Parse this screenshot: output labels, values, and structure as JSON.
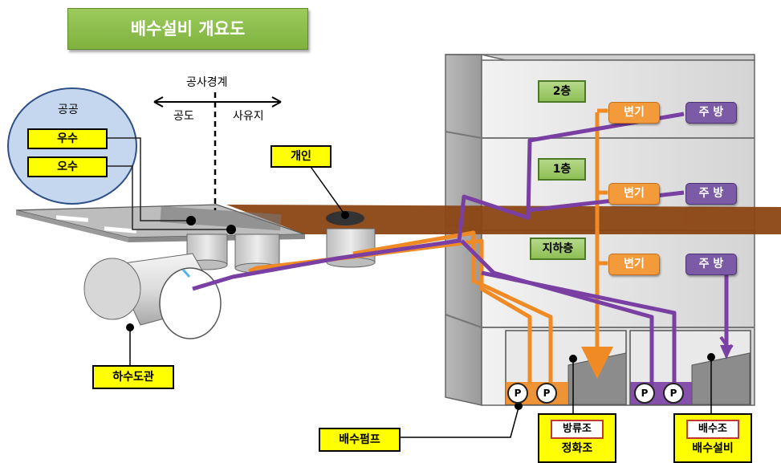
{
  "title": "배수설비 개요도",
  "boundary": {
    "label": "공사경계",
    "left": "공도",
    "right": "사유지"
  },
  "public_area": {
    "label": "공공",
    "rain": "우수",
    "sewage": "오수"
  },
  "labels": {
    "manhole": "개인",
    "sewer_pipe": "하수도관",
    "drain_pump": "배수펌프"
  },
  "floors": [
    {
      "tag": "2층",
      "toilet": "변기",
      "kitchen": "주 방"
    },
    {
      "tag": "1층",
      "toilet": "변기",
      "kitchen": "주 방"
    },
    {
      "tag": "지하층",
      "toilet": "변기",
      "kitchen": "주 방"
    }
  ],
  "pump_symbol": "P",
  "tanks": [
    {
      "inner": "방류조",
      "outer": "정화조"
    },
    {
      "inner": "배수조",
      "outer": "배수설비"
    }
  ],
  "colors": {
    "orange_pipe": "#f08a24",
    "purple_pipe": "#7a3fa3",
    "ground": "#8b4513",
    "title_green": "#8bbf4a",
    "label_yellow": "#ffff00"
  }
}
